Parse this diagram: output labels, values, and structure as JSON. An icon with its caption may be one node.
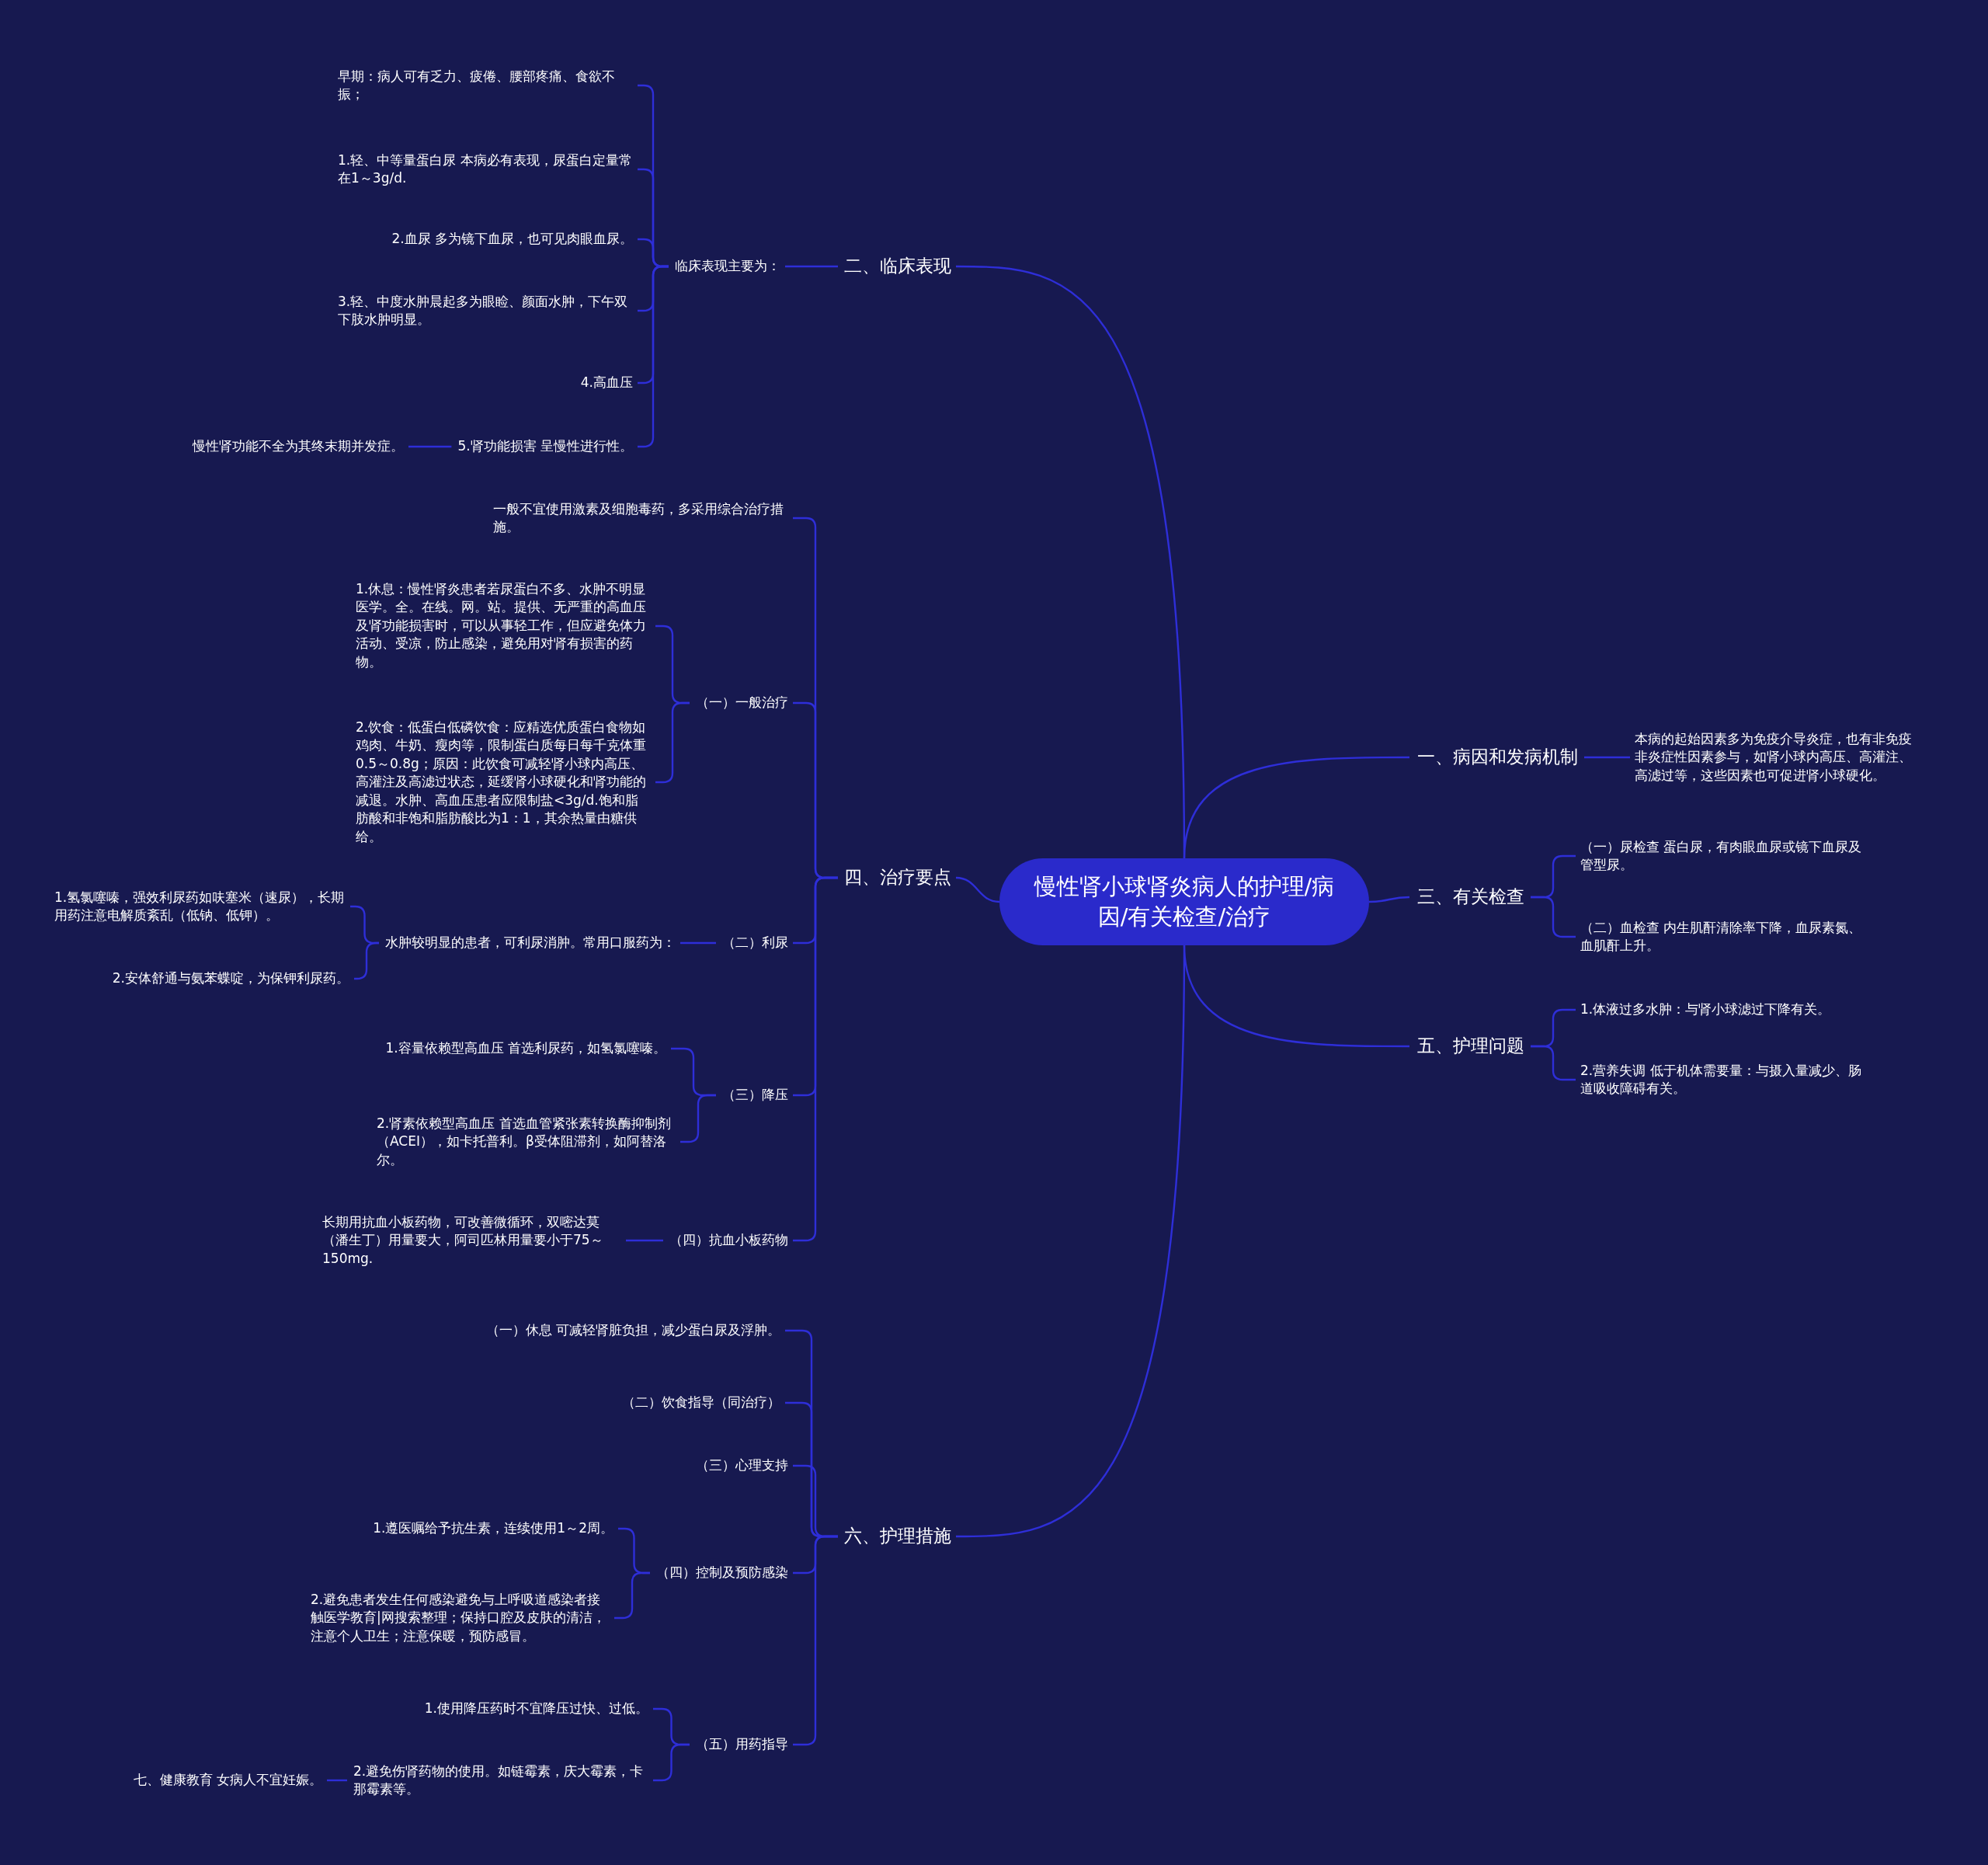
{
  "diagram": {
    "nodes": [
      {
        "text": [
          "慢性肾小球肾炎病人的护理/病因/有关检查/治疗"
        ]
      },
      {
        "text": [
          "一、病因和发病机制"
        ]
      },
      {
        "text": [
          "本病的起始因素多为免疫介导炎症，也有非免疫非炎症性因素参与，如肾小球内高压、高灌注、高滤过等，这些因素也可促进肾小球硬化。"
        ]
      },
      {
        "text": [
          "三、有关检查"
        ]
      },
      {
        "text": [
          "（一）尿检查 蛋白尿，有肉眼血尿或镜下血尿及管型尿。"
        ]
      },
      {
        "text": [
          "（二）血检查 内生肌酐清除率下降，血尿素氮、血肌酐上升。"
        ]
      },
      {
        "text": [
          "五、护理问题"
        ]
      },
      {
        "text": [
          "1.体液过多水肿：与肾小球滤过下降有关。"
        ]
      },
      {
        "text": [
          "2.营养失调 低于机体需要量：与摄入量减少、肠道吸收障碍有关。"
        ]
      },
      {
        "text": [
          "二、临床表现"
        ]
      },
      {
        "text": [
          "临床表现主要为："
        ]
      },
      {
        "text": [
          "早期：病人可有乏力、疲倦、腰部疼痛、食欲不振；"
        ]
      },
      {
        "text": [
          "1.轻、中等量蛋白尿 本病必有表现，尿蛋白定量常在1～3g/d."
        ]
      },
      {
        "text": [
          "2.血尿 多为镜下血尿，也可见肉眼血尿。"
        ]
      },
      {
        "text": [
          "3.轻、中度水肿晨起多为眼睑、颜面水肿，下午双下肢水肿明显。"
        ]
      },
      {
        "text": [
          "4.高血压"
        ]
      },
      {
        "text": [
          "5.肾功能损害 呈慢性进行性。"
        ]
      },
      {
        "text": [
          "慢性肾功能不全为其终末期并发症。"
        ]
      },
      {
        "text": [
          "四、治疗要点"
        ]
      },
      {
        "text": [
          "一般不宜使用激素及细胞毒药，多采用综合治疗措施。"
        ]
      },
      {
        "text": [
          "（一）一般治疗"
        ]
      },
      {
        "text": [
          "1.休息：慢性肾炎患者若尿蛋白不多、水肿不明显医学。全。在线。网。站。提供、无严重的高血压及肾功能损害时，可以从事轻工作，但应避免体力活动、受凉，防止感染，避免用对肾有损害的药物。"
        ]
      },
      {
        "text": [
          "2.饮食：低蛋白低磷饮食：应精选优质蛋白食物如鸡肉、牛奶、瘦肉等，限制蛋白质每日每千克体重0.5～0.8g；原因：此饮食可减轻肾小球内高压、高灌注及高滤过状态，延缓肾小球硬化和肾功能的减退。水肿、高血压患者应限制盐<3g/d.饱和脂肪酸和非饱和脂肪酸比为1：1，其余热量由糖供给。"
        ]
      },
      {
        "text": [
          "（二）利尿"
        ]
      },
      {
        "text": [
          "水肿较明显的患者，可利尿消肿。常用口服药为："
        ]
      },
      {
        "text": [
          "1.氢氯噻嗪，强效利尿药如呋塞米（速尿），长期用药注意电解质紊乱（低钠、低钾）。"
        ]
      },
      {
        "text": [
          "2.安体舒通与氨苯蝶啶，为保钾利尿药。"
        ]
      },
      {
        "text": [
          "（三）降压"
        ]
      },
      {
        "text": [
          "1.容量依赖型高血压 首选利尿药，如氢氯噻嗪。"
        ]
      },
      {
        "text": [
          "2.肾素依赖型高血压 首选血管紧张素转换酶抑制剂（ACEI），如卡托普利。β受体阻滞剂，如阿替洛尔。"
        ]
      },
      {
        "text": [
          "（四）抗血小板药物"
        ]
      },
      {
        "text": [
          "长期用抗血小板药物，可改善微循环，双嘧达莫（潘生丁）用量要大，阿司匹林用量要小于75～150mg."
        ]
      },
      {
        "text": [
          "六、护理措施"
        ]
      },
      {
        "text": [
          "（一）休息 可减轻肾脏负担，减少蛋白尿及浮肿。"
        ]
      },
      {
        "text": [
          "（二）饮食指导（同治疗）"
        ]
      },
      {
        "text": [
          "（三）心理支持"
        ]
      },
      {
        "text": [
          "（四）控制及预防感染"
        ]
      },
      {
        "text": [
          "1.遵医嘱给予抗生素，连续使用1～2周。"
        ]
      },
      {
        "text": [
          "2.避免患者发生任何感染避免与上呼吸道感染者接触医学教育|网搜索整理；保持口腔及皮肤的清洁，注意个人卫生；注意保暖，预防感冒。"
        ]
      },
      {
        "text": [
          "（五）用药指导"
        ]
      },
      {
        "text": [
          "1.使用降压药时不宜降压过快、过低。"
        ]
      },
      {
        "text": [
          "2.避免伤肾药物的使用。如链霉素，庆大霉素，卡那霉素等。"
        ]
      },
      {
        "text": [
          "七、健康教育 女病人不宜妊娠。"
        ]
      }
    ],
    "edges": [
      {
        "from": 0,
        "to": 1,
        "arrow": "none"
      },
      {
        "from": 1,
        "to": 2,
        "arrow": "none"
      },
      {
        "from": 0,
        "to": 3,
        "arrow": "none"
      },
      {
        "from": 3,
        "to": 4,
        "arrow": "none"
      },
      {
        "from": 3,
        "to": 5,
        "arrow": "none"
      },
      {
        "from": 0,
        "to": 6,
        "arrow": "none"
      },
      {
        "from": 6,
        "to": 7,
        "arrow": "none"
      },
      {
        "from": 6,
        "to": 8,
        "arrow": "none"
      },
      {
        "from": 0,
        "to": 9,
        "arrow": "none"
      },
      {
        "from": 9,
        "to": 10,
        "arrow": "none"
      },
      {
        "from": 10,
        "to": 11,
        "arrow": "none"
      },
      {
        "from": 10,
        "to": 12,
        "arrow": "none"
      },
      {
        "from": 10,
        "to": 13,
        "arrow": "none"
      },
      {
        "from": 10,
        "to": 14,
        "arrow": "none"
      },
      {
        "from": 10,
        "to": 15,
        "arrow": "none"
      },
      {
        "from": 10,
        "to": 16,
        "arrow": "none"
      },
      {
        "from": 16,
        "to": 17,
        "arrow": "none"
      },
      {
        "from": 0,
        "to": 18,
        "arrow": "none"
      },
      {
        "from": 18,
        "to": 19,
        "arrow": "none"
      },
      {
        "from": 18,
        "to": 20,
        "arrow": "none"
      },
      {
        "from": 20,
        "to": 21,
        "arrow": "none"
      },
      {
        "from": 20,
        "to": 22,
        "arrow": "none"
      },
      {
        "from": 18,
        "to": 23,
        "arrow": "none"
      },
      {
        "from": 23,
        "to": 24,
        "arrow": "none"
      },
      {
        "from": 24,
        "to": 25,
        "arrow": "none"
      },
      {
        "from": 24,
        "to": 26,
        "arrow": "none"
      },
      {
        "from": 18,
        "to": 27,
        "arrow": "none"
      },
      {
        "from": 27,
        "to": 28,
        "arrow": "none"
      },
      {
        "from": 27,
        "to": 29,
        "arrow": "none"
      },
      {
        "from": 18,
        "to": 30,
        "arrow": "none"
      },
      {
        "from": 30,
        "to": 31,
        "arrow": "none"
      },
      {
        "from": 0,
        "to": 32,
        "arrow": "none"
      },
      {
        "from": 32,
        "to": 33,
        "arrow": "none"
      },
      {
        "from": 32,
        "to": 34,
        "arrow": "none"
      },
      {
        "from": 32,
        "to": 35,
        "arrow": "none"
      },
      {
        "from": 32,
        "to": 36,
        "arrow": "none"
      },
      {
        "from": 36,
        "to": 37,
        "arrow": "none"
      },
      {
        "from": 36,
        "to": 38,
        "arrow": "none"
      },
      {
        "from": 32,
        "to": 39,
        "arrow": "none"
      },
      {
        "from": 39,
        "to": 40,
        "arrow": "none"
      },
      {
        "from": 39,
        "to": 41,
        "arrow": "none"
      },
      {
        "from": 41,
        "to": 42,
        "arrow": "none"
      }
    ]
  }
}
